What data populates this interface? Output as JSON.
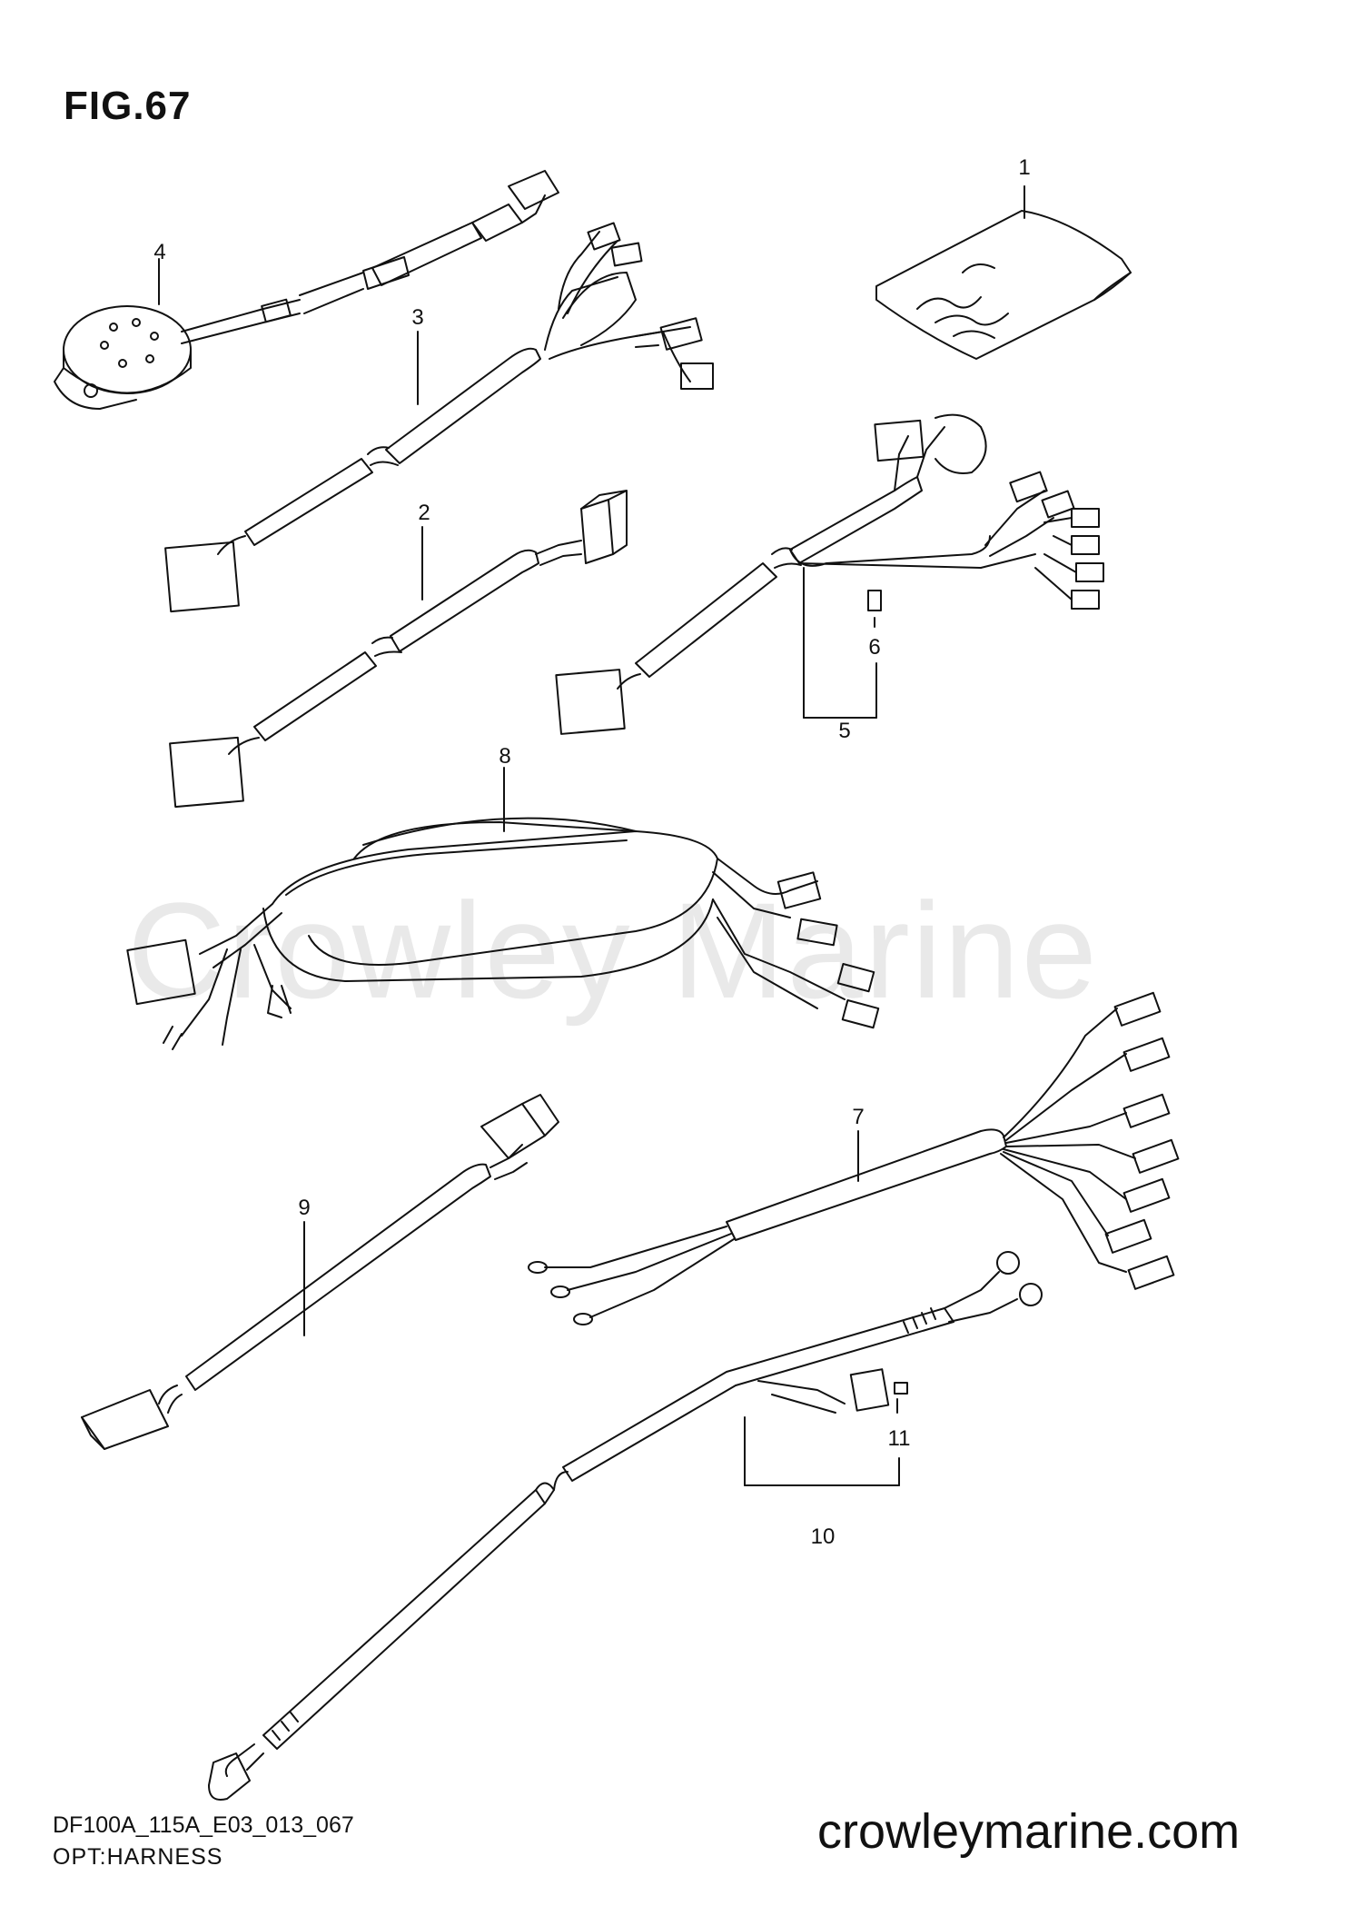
{
  "figure": {
    "title": "FIG.67"
  },
  "watermark": "Crowley Marine",
  "callouts": [
    "1",
    "2",
    "3",
    "4",
    "5",
    "6",
    "7",
    "8",
    "9",
    "10",
    "11"
  ],
  "footer": {
    "code": "DF100A_115A_E03_013_067",
    "name": "OPT:HARNESS",
    "site": "crowleymarine.com"
  },
  "colors": {
    "line": "#111111",
    "watermark": "#e9e9e9",
    "background": "#ffffff"
  }
}
